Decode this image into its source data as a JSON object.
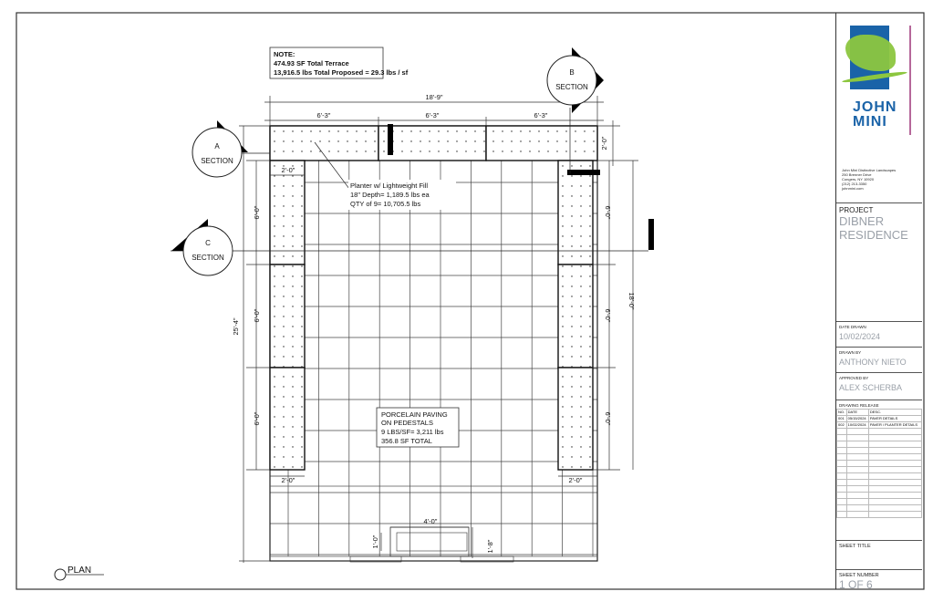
{
  "note": {
    "title": "NOTE:",
    "line1": "474.93 SF Total Terrace",
    "line2": "13,916.5 lbs Total Proposed = 29.3 lbs / sf"
  },
  "sections": {
    "a": {
      "letter": "A",
      "label": "SECTION"
    },
    "b": {
      "letter": "B",
      "label": "SECTION"
    },
    "c": {
      "letter": "C",
      "label": "SECTION"
    }
  },
  "dimensions": {
    "overall_width": "18'-9\"",
    "top_segments": [
      "6'-3\"",
      "6'-3\"",
      "6'-3\""
    ],
    "top_planter_depth": "2'-0\"",
    "planter_width_top_left": "2'-0\"",
    "left_segments": [
      "6'-0\"",
      "6'-0\"",
      "6'-0\""
    ],
    "right_segments": [
      "6'-0\"",
      "6'-0\"",
      "6'-0\""
    ],
    "overall_height": "25'-4\"",
    "right_height": "18'-0\"",
    "planter_width_bottom_left": "2'-0\"",
    "planter_width_bottom_right": "2'-0\"",
    "step_width": "4'-0\"",
    "step_depth": "1'-0\"",
    "step_rise": "1'-8\""
  },
  "planter_label": {
    "line1": "Planter w/ Lightweight Fill",
    "line2": "18\" Depth= 1,189.5 lbs ea",
    "line3": "QTY of 9= 10,705.5 lbs"
  },
  "paving_label": {
    "line1": "PORCELAIN PAVING",
    "line2": "ON PEDESTALS",
    "line3": "9 LBS/SF= 3,211 lbs",
    "line4": "356.8 SF TOTAL"
  },
  "plan_label": "PLAN",
  "title_block": {
    "logo_text": [
      "JOHN",
      "MINI"
    ],
    "company": [
      "John Mini Distinctive Landscapes",
      "250 Brenner Drive",
      "Congers, NY 10920",
      "(212) 213-3350",
      "johnmini.com"
    ],
    "project_label": "PROJECT",
    "project_name": "DIBNER RESIDENCE",
    "date_drawn_label": "DATE DRAWN",
    "date_drawn": "10/02/2024",
    "drawn_by_label": "DRAWN BY",
    "drawn_by": "ANTHONY NIETO",
    "approved_by_label": "APPROVED BY",
    "approved_by": "ALEX SCHERBA",
    "release_label": "DRAWING RELEASE",
    "release_headers": [
      "NO.",
      "DATE",
      "DESC."
    ],
    "releases": [
      {
        "no": "001",
        "date": "05/15/2024",
        "desc": "PAVER DETAILS"
      },
      {
        "no": "002",
        "date": "10/02/2024",
        "desc": "PAVER / PLANTER DETAILS"
      }
    ],
    "sheet_title_label": "SHEET TITLE",
    "sheet_number_label": "SHEET NUMBER",
    "sheet_number": "1 OF 6"
  },
  "colors": {
    "logo_blue": "#1a63a8",
    "logo_green": "#8cc63f",
    "logo_pink": "#b5679a",
    "muted_text": "#9aa0a8"
  }
}
